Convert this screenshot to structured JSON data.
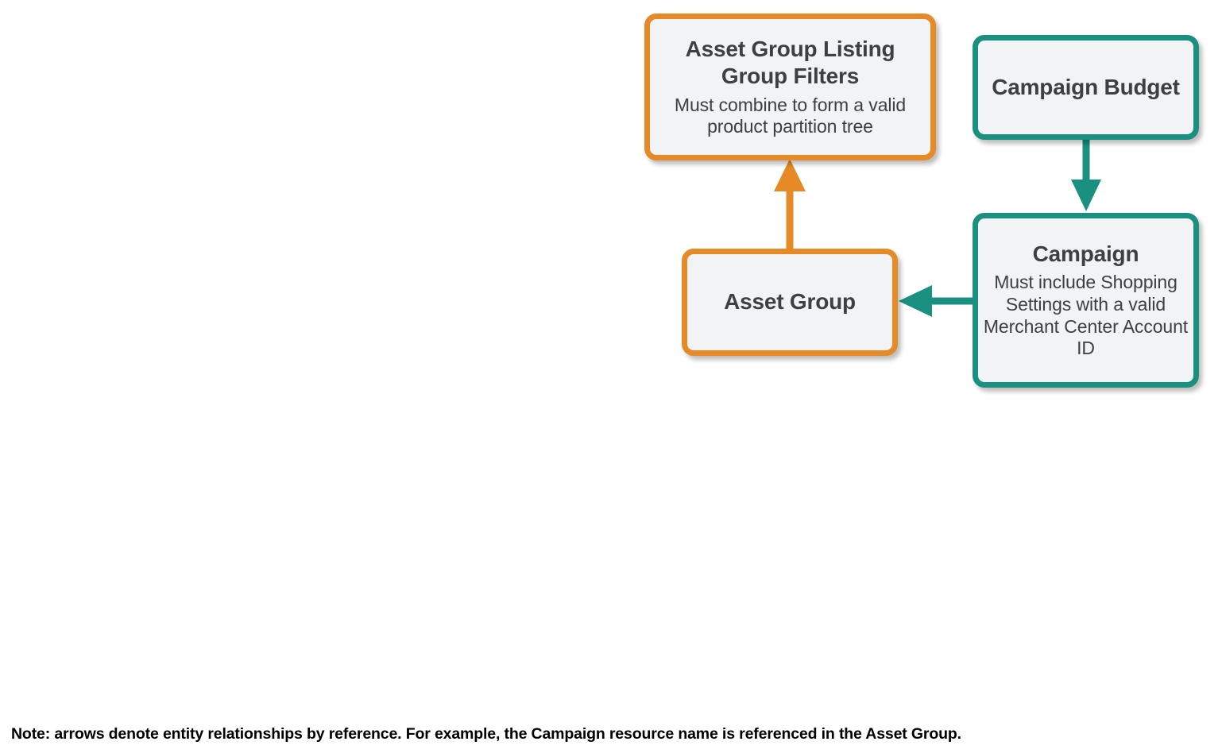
{
  "diagram": {
    "type": "entity-relationship",
    "colors": {
      "orange": "#E58A26",
      "teal": "#1A9080",
      "node_fill": "#F1F3F4",
      "text": "#3C4043",
      "footnote_text": "#000000",
      "background": "#FFFFFF"
    },
    "nodes": [
      {
        "id": "asset-group-listing-group-filters",
        "title": "Asset Group Listing Group Filters",
        "description": "Must combine to form a valid product partition tree",
        "color": "orange"
      },
      {
        "id": "campaign-budget",
        "title": "Campaign Budget",
        "description": "",
        "color": "teal"
      },
      {
        "id": "asset-group",
        "title": "Asset Group",
        "description": "",
        "color": "orange"
      },
      {
        "id": "campaign",
        "title": "Campaign",
        "description": "Must include Shopping Settings with a valid Merchant Center Account ID",
        "color": "teal"
      }
    ],
    "edges": [
      {
        "id": "asset-group-to-filters",
        "from": "asset-group",
        "to": "asset-group-listing-group-filters",
        "direction": "up",
        "color": "orange"
      },
      {
        "id": "campaign-budget-to-campaign",
        "from": "campaign-budget",
        "to": "campaign",
        "direction": "down",
        "color": "teal"
      },
      {
        "id": "campaign-to-asset-group",
        "from": "campaign",
        "to": "asset-group",
        "direction": "left",
        "color": "teal"
      }
    ],
    "footnote": "Note: arrows denote entity relationships by reference. For example, the Campaign resource name is referenced in the Asset Group."
  }
}
